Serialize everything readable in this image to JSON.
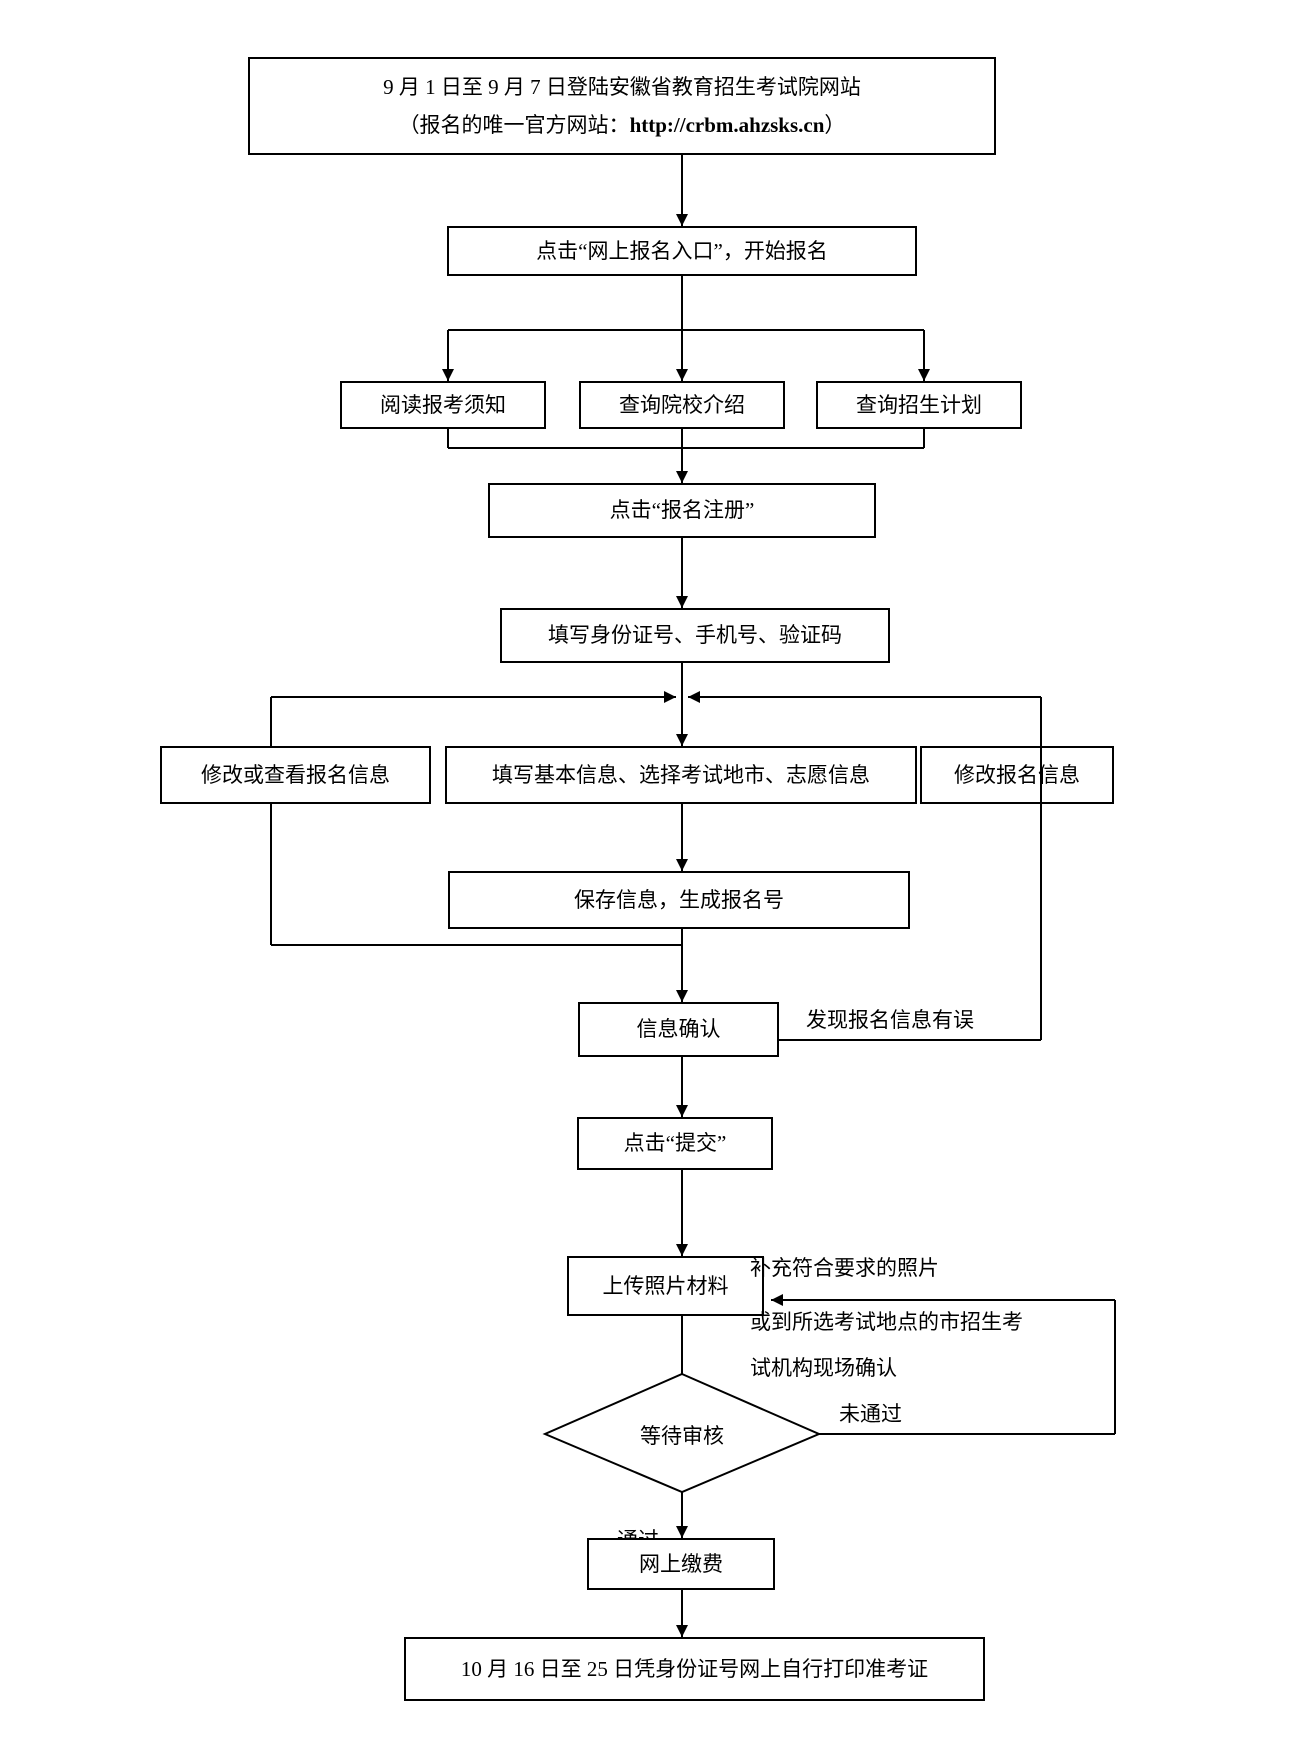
{
  "page": {
    "background": "#ffffff",
    "line_color": "#000000",
    "text_color": "#000000"
  },
  "flowchart": {
    "start": {
      "line1": "9 月 1 日至 9 月 7 日登陆安徽省教育招生考试院网站",
      "line2_prefix": "（报名的唯一官方网站：",
      "line2_url": "http://crbm.ahzsks.cn",
      "line2_suffix": "）"
    },
    "entry": "点击“网上报名入口”，开始报名",
    "read_notice": "阅读报考须知",
    "query_college": "查询院校介绍",
    "query_plan": "查询招生计划",
    "register": "点击“报名注册”",
    "fill_id": "填写身份证号、手机号、验证码",
    "modify_or_view": "修改或查看报名信息",
    "fill_basic": "填写基本信息、选择考试地市、志愿信息",
    "modify_info": "修改报名信息",
    "save_info": "保存信息，生成报名号",
    "confirm_info": "信息确认",
    "label_error_found": "发现报名信息有误",
    "submit": "点击“提交”",
    "upload_photo": "上传照片材料",
    "note_line1": "补充符合要求的照片",
    "note_line2": "或到所选考试地点的市招生考",
    "note_line3": "试机构现场确认",
    "review": "等待审核",
    "label_fail": "未通过",
    "label_pass": "通过",
    "pay_online": "网上缴费",
    "print_ticket": "10 月 16 日至 25 日凭身份证号网上自行打印准考证"
  }
}
